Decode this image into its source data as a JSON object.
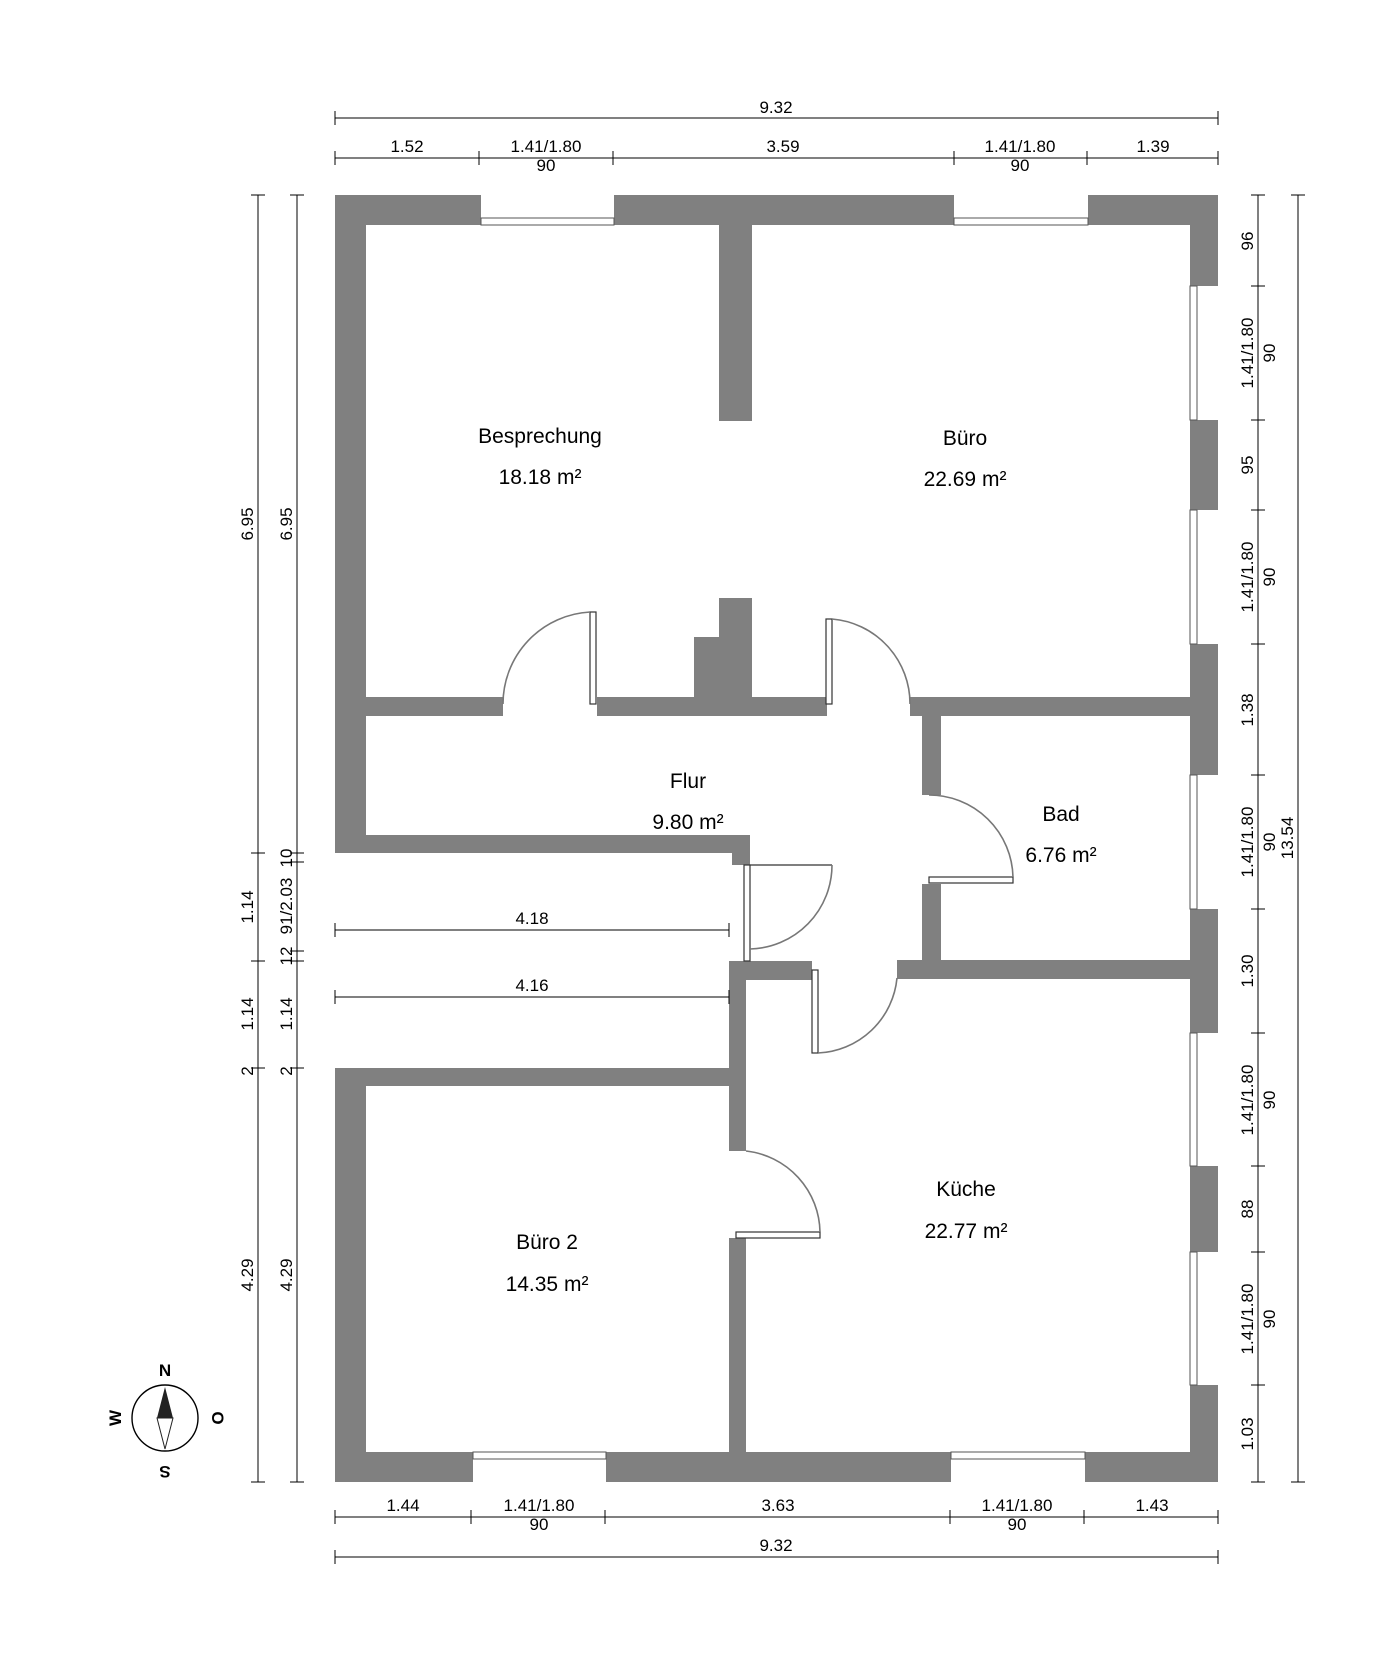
{
  "rooms": {
    "besprechung": {
      "name": "Besprechung",
      "area": "18.18 m²"
    },
    "buero": {
      "name": "Büro",
      "area": "22.69 m²"
    },
    "flur": {
      "name": "Flur",
      "area": "9.80 m²"
    },
    "bad": {
      "name": "Bad",
      "area": "6.76 m²"
    },
    "buero2": {
      "name": "Büro 2",
      "area": "14.35 m²"
    },
    "kueche": {
      "name": "Küche",
      "area": "22.77 m²"
    }
  },
  "dimensions": {
    "top_total": "9.32",
    "top": [
      "1.52",
      "1.41/1.80",
      "90",
      "3.59",
      "1.41/1.80",
      "90",
      "1.39"
    ],
    "bottom": [
      "1.44",
      "1.41/1.80",
      "90",
      "3.63",
      "1.41/1.80",
      "90",
      "1.43"
    ],
    "bottom_total": "9.32",
    "left_outer": [
      "6.95",
      "1.14",
      "1.14",
      "2",
      "4.29"
    ],
    "left_inner": [
      "6.95",
      "10",
      "12",
      "91/2.03",
      "1.14",
      "2",
      "4.29"
    ],
    "right": [
      "96",
      "1.41/1.80",
      "90",
      "95",
      "1.41/1.80",
      "90",
      "1.38",
      "1.41/1.80",
      "90",
      "1.30",
      "1.41/1.80",
      "90",
      "88",
      "1.41/1.80",
      "90",
      "1.03"
    ],
    "right_total": "13.54",
    "interior": [
      "4.18",
      "4.16"
    ]
  },
  "compass": {
    "n": "N",
    "s": "S",
    "w": "W",
    "o": "O"
  }
}
